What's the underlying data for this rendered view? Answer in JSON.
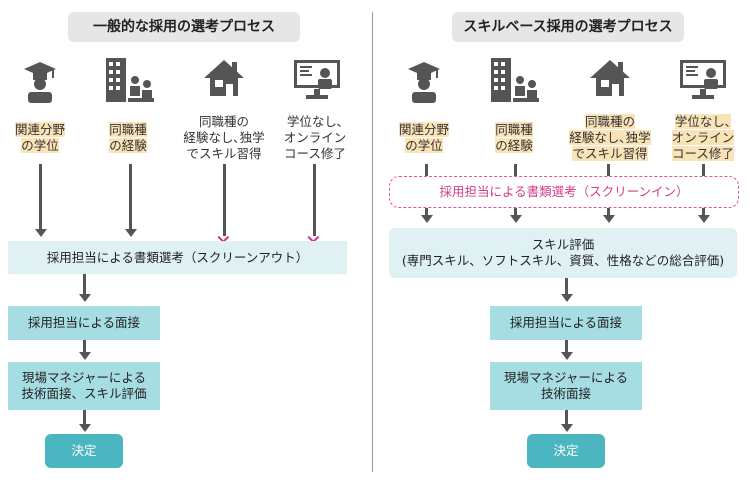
{
  "left": {
    "title": "一般的な採用の選考プロセス",
    "categories": [
      "関連分野\nの学位",
      "同職種\nの経験",
      "同職種の\n経験なし､独学\nでスキル習得",
      "学位なし､\nオンライン\nコース修了"
    ],
    "screening": "採用担当による書類選考（スクリーンアウト）",
    "interview": "採用担当による面接",
    "tech_interview": "現場マネジャーによる\n技術面接、スキル評価",
    "decision": "決定"
  },
  "right": {
    "title": "スキルベース採用の選考プロセス",
    "categories": [
      "関連分野\nの学位",
      "同職種\nの経験",
      "同職種の\n経験なし､独学\nでスキル習得",
      "学位なし､\nオンライン\nコース修了"
    ],
    "screening": "採用担当による書類選考（スクリーンイン）",
    "skill_eval_title": "スキル評価",
    "skill_eval_detail": "(専門スキル、ソフトスキル、資質、性格などの総合評価)",
    "interview": "採用担当による面接",
    "tech_interview": "現場マネジャーによる\n技術面接",
    "decision": "決定"
  },
  "icons": [
    "graduate-icon",
    "office-building-icon",
    "house-icon",
    "online-course-icon"
  ],
  "colors": {
    "highlight": "#fbe3b8",
    "light_box": "#dff1f3",
    "mid_box": "#a6dde2",
    "strong_box": "#4bb6c0",
    "reject_mark": "#d12d8a",
    "screen_in": "#d13d87"
  }
}
